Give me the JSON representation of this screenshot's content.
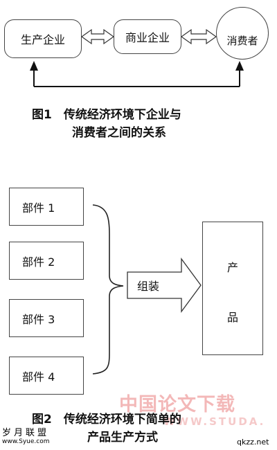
{
  "figure1": {
    "producer": "生产企业",
    "merchant": "商业企业",
    "consumer": "消费者",
    "caption_line1": "图1　传统经济环境下企业与",
    "caption_line2": "消费者之间的关系"
  },
  "figure2": {
    "parts": [
      "部件 1",
      "部件 2",
      "部件 3",
      "部件 4"
    ],
    "assembly": "组装",
    "product_char1": "产",
    "product_char2": "品",
    "caption_line1": "图2　传统经济环境下简单的",
    "caption_line2": "产品生产方式"
  },
  "watermarks": {
    "center": "中国论文下载",
    "center_url": "WWW.STUDA.",
    "left": "岁月联盟",
    "left_url": "www.Syue.com",
    "right": "qkzz.net"
  }
}
